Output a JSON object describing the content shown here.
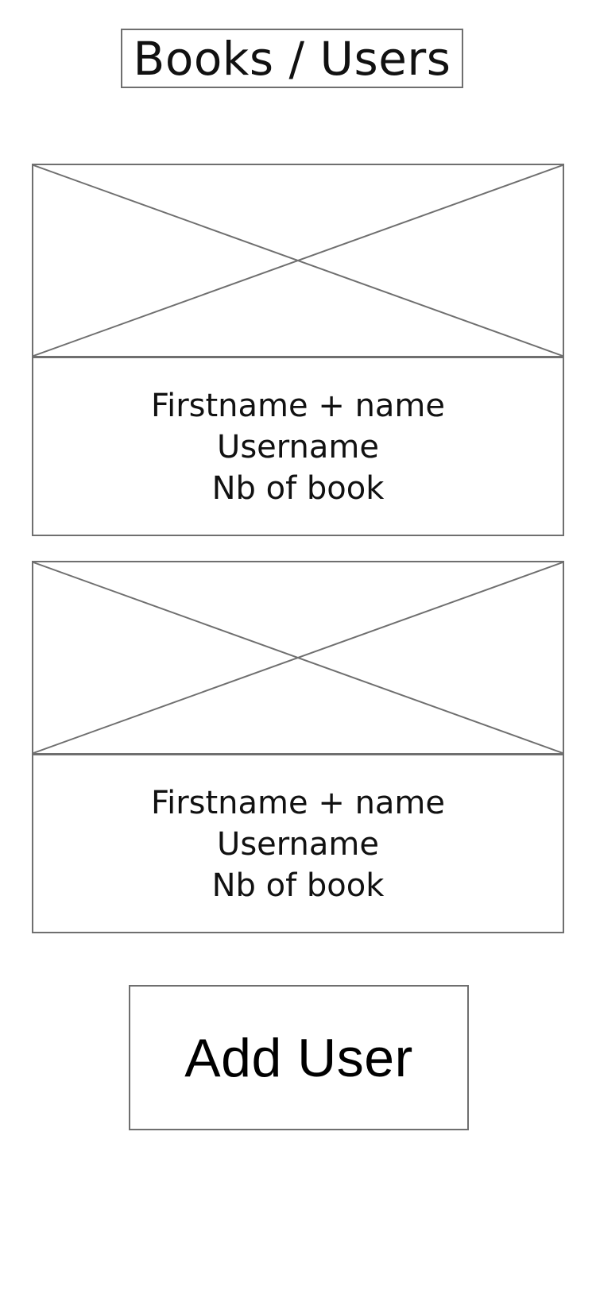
{
  "header": {
    "title": "Books / Users"
  },
  "users": [
    {
      "fullname_label": "Firstname + name",
      "username_label": "Username",
      "books_label": "Nb of book"
    },
    {
      "fullname_label": "Firstname + name",
      "username_label": "Username",
      "books_label": "Nb of book"
    }
  ],
  "actions": {
    "add_user_label": "Add User"
  }
}
